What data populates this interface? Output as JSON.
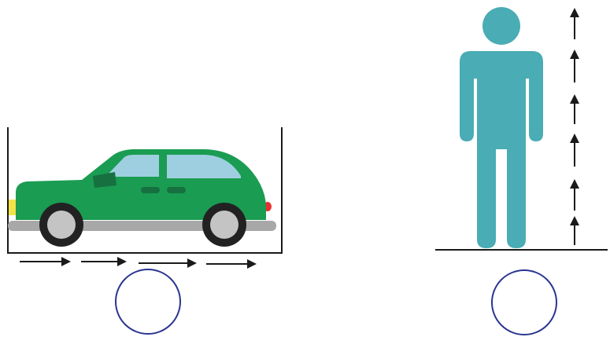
{
  "colors": {
    "car_body": "#1a9c52",
    "car_window": "#9ecfe0",
    "car_detail": "#167040",
    "wheel_tire": "#222222",
    "wheel_hub": "#c4c4c4",
    "platform": "#a8a8a8",
    "headlight": "#f2e24a",
    "taillight": "#e83030",
    "person": "#4aacb4",
    "arrow": "#1a1a1a",
    "outline_line": "#1a1a1a",
    "circle_stroke": "#2a3590"
  },
  "panels": [
    {
      "id": "car-panel",
      "subject": "car-icon",
      "motion_direction": "right",
      "arrow_icon": "right-arrow-icon",
      "arrow_count": 4,
      "answer_circle": "empty-circle"
    },
    {
      "id": "person-panel",
      "subject": "person-icon",
      "motion_direction": "up",
      "arrow_icon": "up-arrow-icon",
      "arrow_count": 6,
      "answer_circle": "empty-circle"
    }
  ]
}
